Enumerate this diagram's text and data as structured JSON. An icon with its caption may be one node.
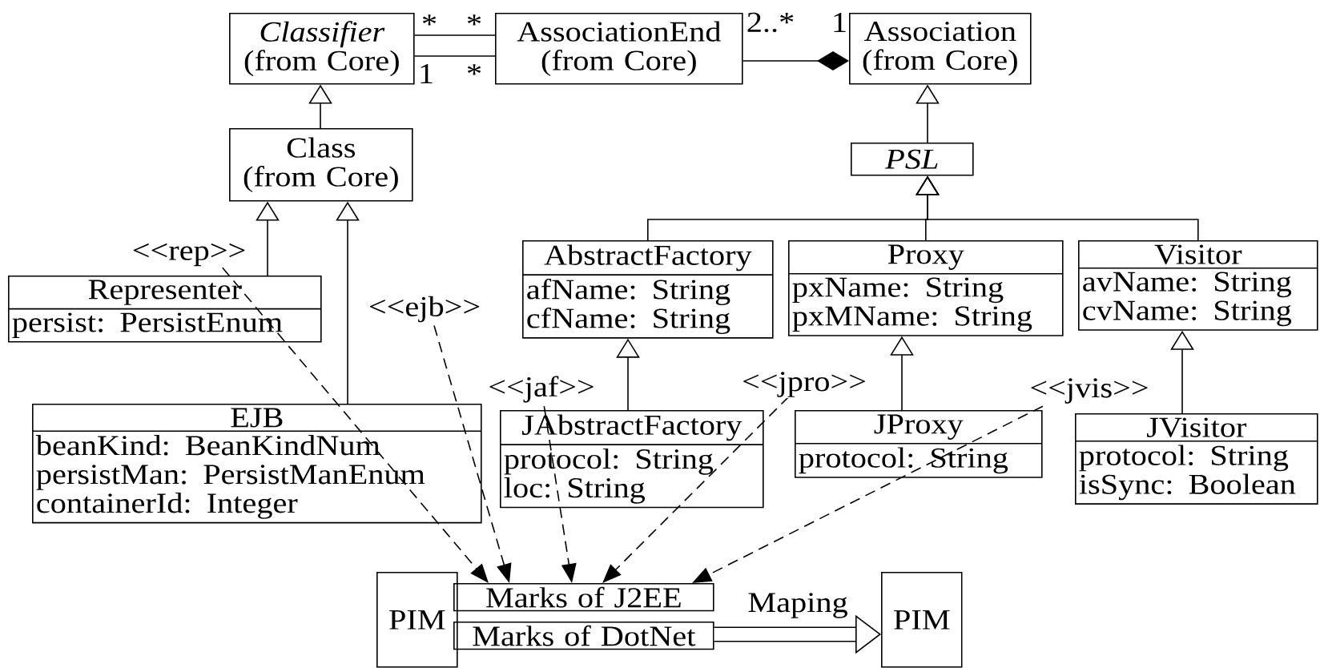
{
  "diagram": {
    "nodes": [
      {
        "text": [
          "Classifier",
          "(from Core)"
        ]
      },
      {
        "text": [
          "AssociationEnd",
          "(from Core)"
        ]
      },
      {
        "text": [
          "Association",
          "(from Core)"
        ]
      },
      {
        "text": [
          "Class",
          "(from Core)"
        ]
      },
      {
        "text": [
          "PSL"
        ]
      },
      {
        "text": [
          "Representer",
          "persist: PersistEnum"
        ]
      },
      {
        "text": [
          "AbstractFactory",
          "afName: String",
          "cfName: String"
        ]
      },
      {
        "text": [
          "Proxy",
          "pxName: String",
          "pxMName: String"
        ]
      },
      {
        "text": [
          "Visitor",
          "avName: String",
          "cvName: String"
        ]
      },
      {
        "text": [
          "EJB",
          "beanKind: BeanKindNum",
          "persistMan: PersistManEnum",
          "containerId: Integer"
        ]
      },
      {
        "text": [
          "JAbstractFactory",
          "protocol: String",
          "loc: String"
        ]
      },
      {
        "text": [
          "JProxy",
          "protocol: String"
        ]
      },
      {
        "text": [
          "JVisitor",
          "protocol: String",
          "isSync: Boolean"
        ]
      },
      {
        "text": [
          "PIM"
        ]
      },
      {
        "text": [
          "Marks of J2EE"
        ]
      },
      {
        "text": [
          "Marks of DotNet"
        ]
      },
      {
        "text": [
          "PIM"
        ]
      }
    ],
    "edges": [
      {
        "from": 0,
        "to": 1,
        "arrow": "none"
      },
      {
        "from": 0,
        "to": 1,
        "arrow": "none"
      },
      {
        "from": 1,
        "to": 2,
        "arrow": "other"
      },
      {
        "from": 3,
        "to": 0,
        "arrow": "to"
      },
      {
        "from": 4,
        "to": 2,
        "arrow": "to"
      },
      {
        "from": 5,
        "to": 3,
        "arrow": "to"
      },
      {
        "from": 9,
        "to": 3,
        "arrow": "to"
      },
      {
        "from": 6,
        "to": 4,
        "arrow": "to"
      },
      {
        "from": 7,
        "to": 4,
        "arrow": "to"
      },
      {
        "from": 8,
        "to": 4,
        "arrow": "to"
      },
      {
        "from": 10,
        "to": 6,
        "arrow": "to"
      },
      {
        "from": 11,
        "to": 7,
        "arrow": "to"
      },
      {
        "from": 12,
        "to": 8,
        "arrow": "to"
      },
      {
        "from": null,
        "to": 14,
        "arrow": "to",
        "style": "dashed",
        "label": "<<rep>>"
      },
      {
        "from": null,
        "to": 14,
        "arrow": "to",
        "style": "dashed",
        "label": "<<ejb>>"
      },
      {
        "from": null,
        "to": 14,
        "arrow": "to",
        "style": "dashed",
        "label": "<<jaf>>"
      },
      {
        "from": null,
        "to": 14,
        "arrow": "to",
        "style": "dashed",
        "label": "<<jpro>>"
      },
      {
        "from": null,
        "to": 14,
        "arrow": "to",
        "style": "dashed",
        "label": "<<jvis>>"
      },
      {
        "from": 15,
        "to": 16,
        "arrow": "to",
        "style": "thick",
        "label": "Maping"
      }
    ],
    "labels": [
      "*",
      "*",
      "1",
      "*",
      "2..*",
      "1"
    ]
  }
}
